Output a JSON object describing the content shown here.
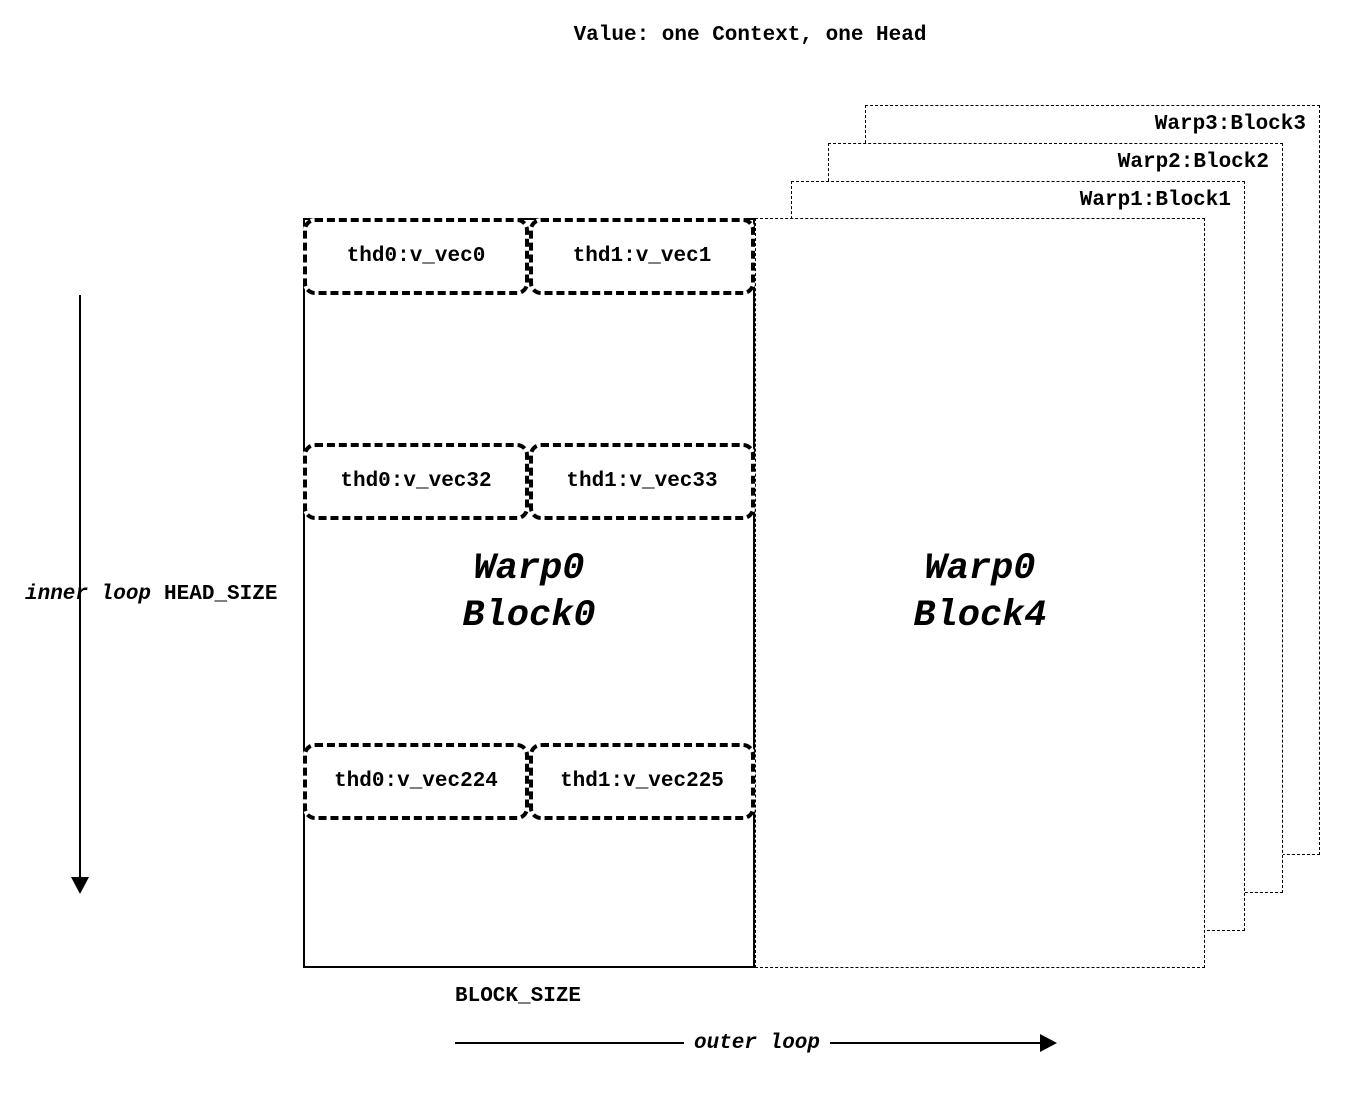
{
  "title": "Value: one Context, one Head",
  "back_panels": [
    {
      "label": "Warp3:Block3"
    },
    {
      "label": "Warp2:Block2"
    },
    {
      "label": "Warp1:Block1"
    }
  ],
  "block0": {
    "name_line1": "Warp0",
    "name_line2": "Block0",
    "thread_rows": [
      {
        "cells": [
          "thd0:v_vec0",
          "thd1:v_vec1"
        ]
      },
      {
        "cells": [
          "thd0:v_vec32",
          "thd1:v_vec33"
        ]
      },
      {
        "cells": [
          "thd0:v_vec224",
          "thd1:v_vec225"
        ]
      }
    ]
  },
  "block4": {
    "name_line1": "Warp0",
    "name_line2": "Block4"
  },
  "labels": {
    "inner_loop": "inner loop",
    "head_size": "HEAD_SIZE",
    "block_size": "BLOCK_SIZE",
    "outer_loop": "outer loop"
  },
  "colors": {
    "ink": "#000000",
    "background": "#ffffff"
  }
}
